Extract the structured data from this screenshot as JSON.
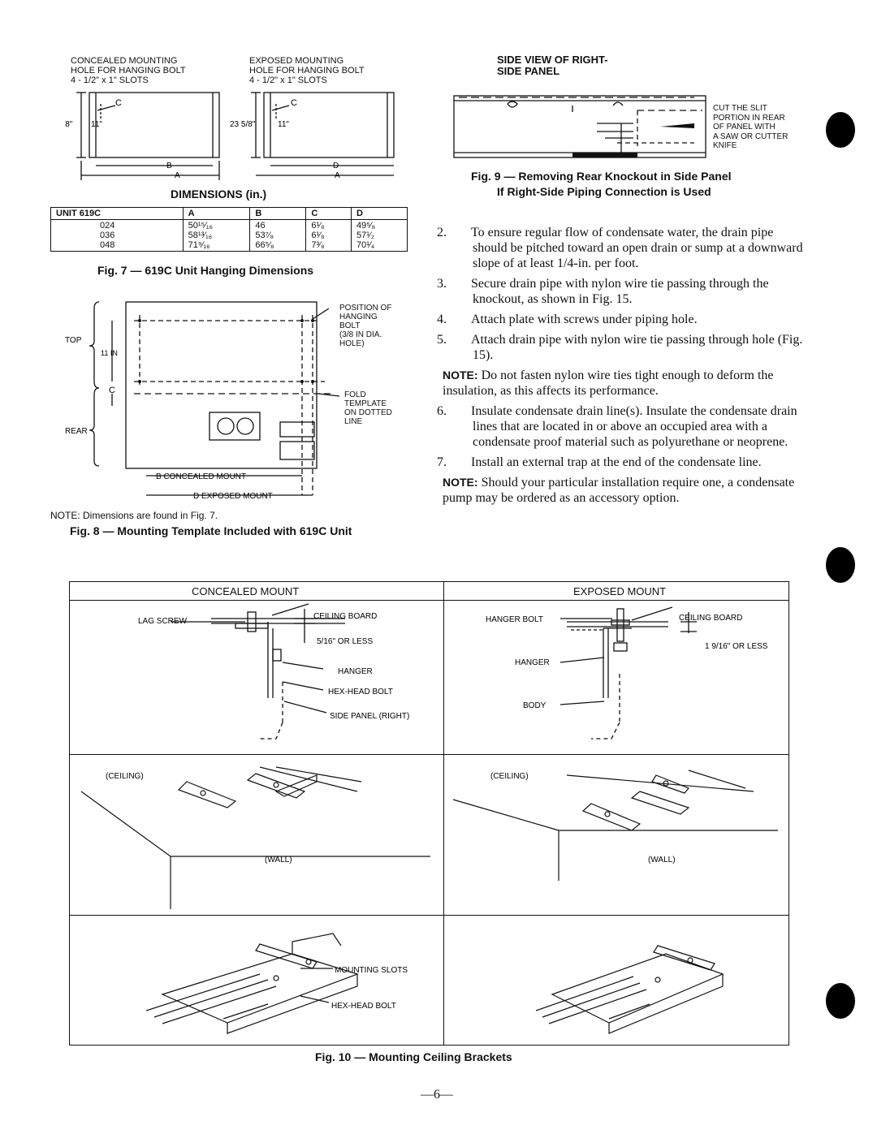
{
  "fig7": {
    "concealed_label": [
      "CONCEALED MOUNTING",
      "HOLE FOR HANGING BOLT",
      "4 - 1/2\" x 1\" SLOTS"
    ],
    "exposed_label": [
      "EXPOSED MOUNTING",
      "HOLE FOR HANGING BOLT",
      "4 - 1/2\" x 1\" SLOTS"
    ],
    "dim_2358": "23 5/8\"",
    "dim_11": "11\"",
    "c": "C",
    "b": "B",
    "a": "A",
    "d": "D",
    "dimensions_title": "DIMENSIONS (in.)",
    "table": {
      "headers": [
        "UNIT 619C",
        "A",
        "B",
        "C",
        "D"
      ],
      "units": [
        "024",
        "036",
        "048"
      ],
      "a": [
        "50¹⁵⁄₁₆",
        "58¹³⁄₁₆",
        "71⁹⁄₁₆"
      ],
      "b": [
        "46",
        "53⁷⁄₈",
        "66⁵⁄₈"
      ],
      "c": [
        "6¹⁄₈",
        "6¹⁄₈",
        "7³⁄₈"
      ],
      "d": [
        "49⁵⁄₈",
        "57¹⁄₂",
        "70¹⁄₄"
      ]
    },
    "caption": "Fig. 7 — 619C Unit Hanging Dimensions"
  },
  "fig8": {
    "top": "TOP",
    "rear": "REAR",
    "in11": "11 IN",
    "c": "C",
    "position_label": [
      "POSITION OF",
      "HANGING",
      "BOLT",
      "(3/8 IN DIA.",
      "HOLE)"
    ],
    "fold_label": [
      "FOLD",
      "TEMPLATE",
      "ON DOTTED",
      "LINE"
    ],
    "b_concealed": "B CONCEALED MOUNT",
    "d_exposed": "D EXPOSED MOUNT",
    "note": "NOTE: Dimensions are found in Fig. 7.",
    "caption": "Fig. 8 — Mounting Template Included with 619C Unit"
  },
  "fig9": {
    "title": [
      "SIDE VIEW OF RIGHT-",
      "SIDE PANEL"
    ],
    "cut_label": [
      "CUT THE SLIT",
      "PORTION IN REAR",
      "OF PANEL WITH",
      "A SAW OR CUTTER",
      "KNIFE"
    ],
    "caption": [
      "Fig. 9 — Removing Rear Knockout in Side Panel",
      "If Right-Side Piping Connection is Used"
    ]
  },
  "steps": [
    {
      "num": "2.",
      "text": "To ensure regular flow of condensate water, the drain pipe should be pitched toward an open drain or sump at a downward slope of at least 1/4-in. per foot."
    },
    {
      "num": "3.",
      "text": "Secure drain pipe with nylon wire tie passing through the knockout, as shown in Fig. 15."
    },
    {
      "num": "4.",
      "text": "Attach plate with screws under piping hole."
    },
    {
      "num": "5.",
      "text": "Attach drain pipe with nylon wire tie passing through hole (Fig. 15)."
    }
  ],
  "note1": {
    "label": "NOTE:",
    "text": " Do not fasten nylon wire ties tight enough to deform the insulation, as this affects its performance."
  },
  "steps2": [
    {
      "num": "6.",
      "text": "Insulate condensate drain line(s). Insulate the condensate drain lines that are located in or above an occupied area with a condensate proof material such as polyurethane or neoprene."
    },
    {
      "num": "7.",
      "text": "Install an external trap at the end of the condensate line."
    }
  ],
  "note2": {
    "label": "NOTE:",
    "text": " Should your particular installation require one, a condensate pump may be ordered as an accessory option."
  },
  "fig10": {
    "concealed_title": "CONCEALED MOUNT",
    "exposed_title": "EXPOSED MOUNT",
    "lag_screw": "LAG SCREW",
    "ceiling_board": "CEILING BOARD",
    "five_sixteenths": "5/16\" OR LESS",
    "hanger": "HANGER",
    "hex_head_bolt": "HEX-HEAD BOLT",
    "side_panel": "SIDE PANEL (RIGHT)",
    "hanger_bolt": "HANGER BOLT",
    "ceiling_board2": "CEILING BOARD",
    "nine_sixteenths": "1 9/16\" OR LESS",
    "hanger2": "HANGER",
    "body": "BODY",
    "ceiling_l": "(CEILING)",
    "wall_l": "(WALL)",
    "ceiling_r": "(CEILING)",
    "wall_r": "(WALL)",
    "mounting_slots": "MOUNTING SLOTS",
    "hex_head_bolt2": "HEX-HEAD BOLT",
    "caption": "Fig. 10 — Mounting Ceiling Brackets"
  },
  "page_number": "—6—"
}
